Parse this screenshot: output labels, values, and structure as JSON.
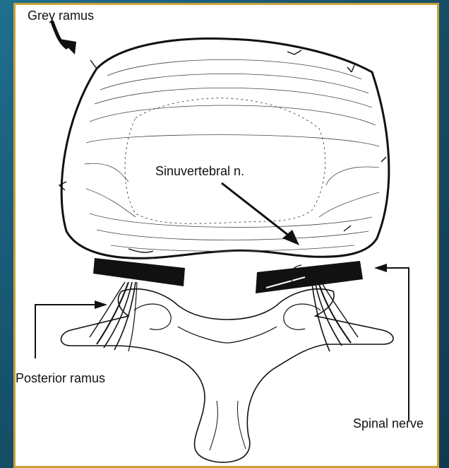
{
  "labels": {
    "grey_ramus": "Grey ramus",
    "sinuvertebral": "Sinuvertebral n.",
    "posterior_ramus": "Posterior ramus",
    "spinal_nerve": "Spinal nerve"
  },
  "colors": {
    "background": "#16506a",
    "frame_border": "#c9a23a",
    "ink": "#111111"
  }
}
